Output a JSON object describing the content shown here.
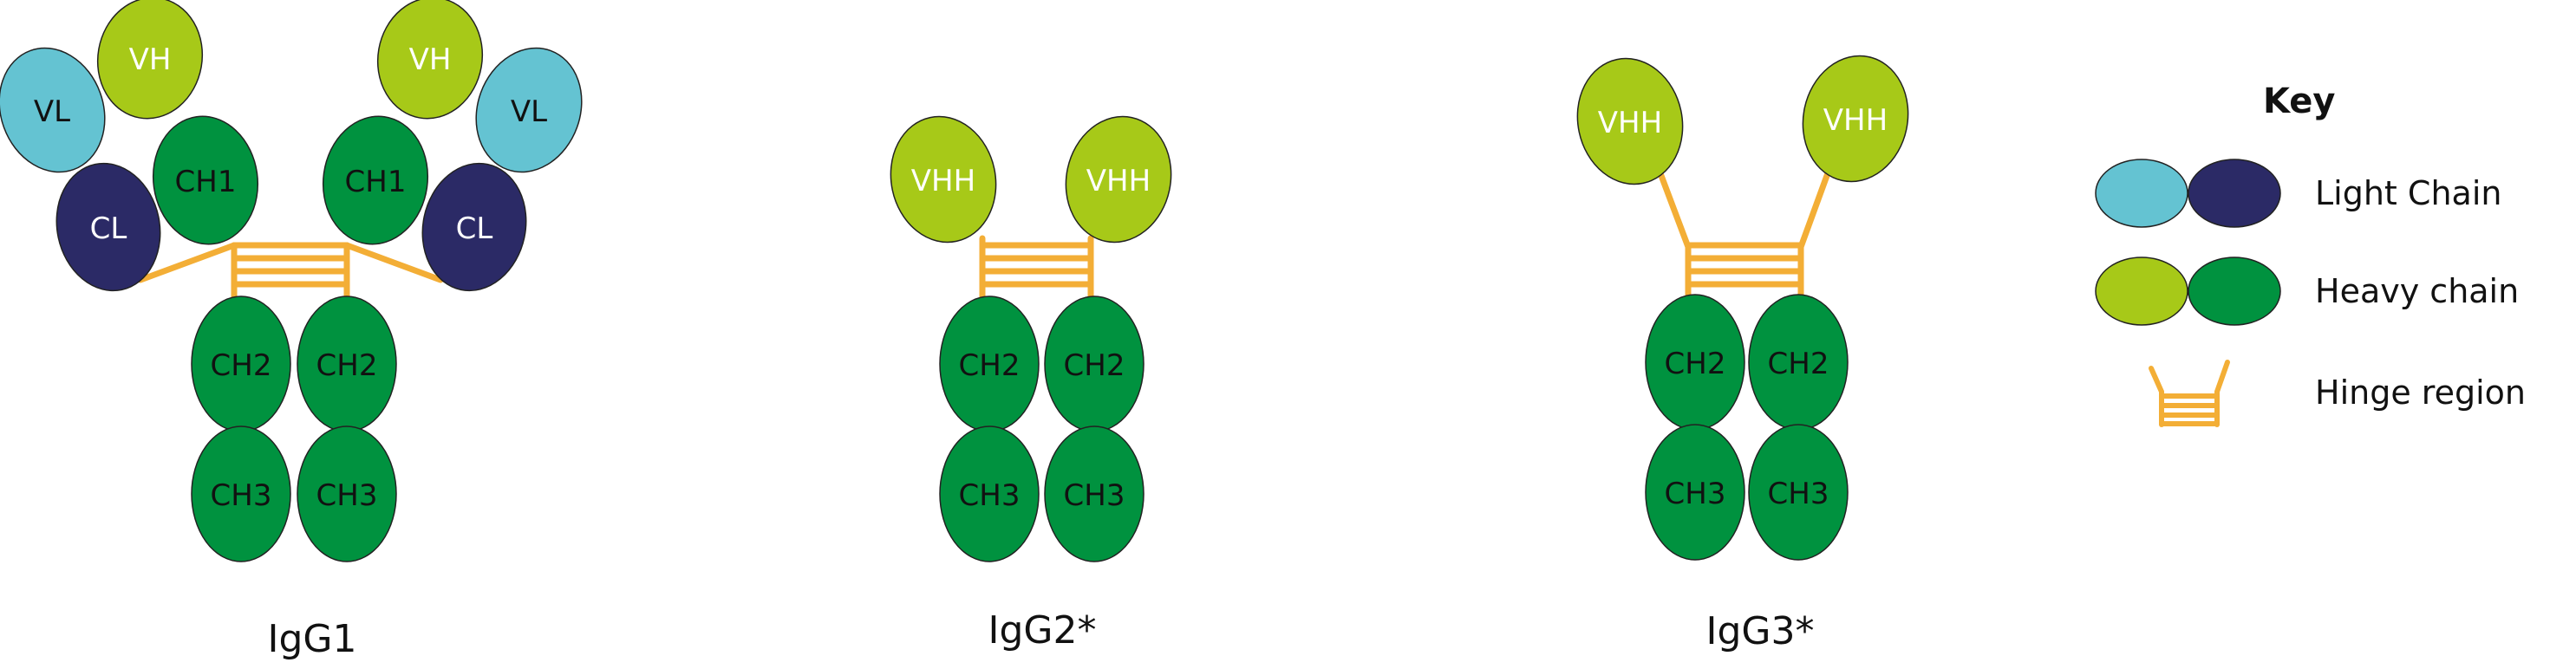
{
  "colors": {
    "light_chain_variable": "#64C3D2",
    "light_chain_constant": "#2B2A66",
    "heavy_chain_variable": "#A7C918",
    "heavy_chain_constant": "#00923F",
    "hinge": "#F3AE36",
    "outline": "#222222",
    "text_dark": "#111111",
    "text_light": "#ffffff"
  },
  "igg1": {
    "caption": "IgG1",
    "left_vl": "VL",
    "left_vh": "VH",
    "left_cl": "CL",
    "left_ch1": "CH1",
    "right_vh": "VH",
    "right_vl": "VL",
    "right_ch1": "CH1",
    "right_cl": "CL",
    "left_ch2": "CH2",
    "right_ch2": "CH2",
    "left_ch3": "CH3",
    "right_ch3": "CH3"
  },
  "igg2": {
    "caption": "IgG2*",
    "left_vhh": "VHH",
    "right_vhh": "VHH",
    "left_ch2": "CH2",
    "right_ch2": "CH2",
    "left_ch3": "CH3",
    "right_ch3": "CH3"
  },
  "igg3": {
    "caption": "IgG3*",
    "left_vhh": "VHH",
    "right_vhh": "VHH",
    "left_ch2": "CH2",
    "right_ch2": "CH2",
    "left_ch3": "CH3",
    "right_ch3": "CH3"
  },
  "key": {
    "title": "Key",
    "light_chain": "Light Chain",
    "heavy_chain": "Heavy chain",
    "hinge_region": "Hinge region"
  }
}
